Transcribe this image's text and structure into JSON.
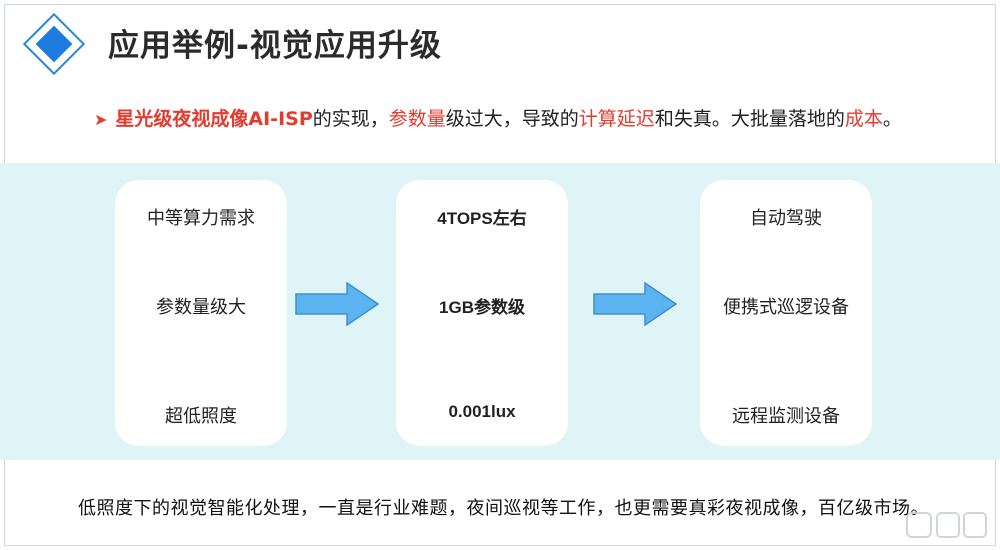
{
  "header": {
    "title": "应用举例-视觉应用升级",
    "logo_icon": "diamond-icon"
  },
  "bullet": {
    "icon": "arrow-bullet-icon",
    "part1": "星光级夜视成像AI-ISP",
    "part2": "的实现，",
    "part3": "参数量",
    "part4": "级过大，导致的",
    "part5": "计算延迟",
    "part6": "和失真。大批量落地的",
    "part7": "成本",
    "part8": "。"
  },
  "cards": [
    {
      "lines": [
        "中等算力需求",
        "参数量级大",
        "超低照度"
      ]
    },
    {
      "lines": [
        "4TOPS左右",
        "1GB参数级",
        "0.001lux"
      ]
    },
    {
      "lines": [
        "自动驾驶",
        "便携式巡逻设备",
        "远程监测设备"
      ]
    }
  ],
  "footer": {
    "text": "低照度下的视觉智能化处理，一直是行业难题，夜间巡视等工作，也更需要真彩夜视成像，百亿级市场。"
  },
  "colors": {
    "accent_red": "#e33b2e",
    "band_bg": "#dff4f7",
    "arrow_fill": "#5bb4ef",
    "logo_blue": "#1e7be0"
  }
}
